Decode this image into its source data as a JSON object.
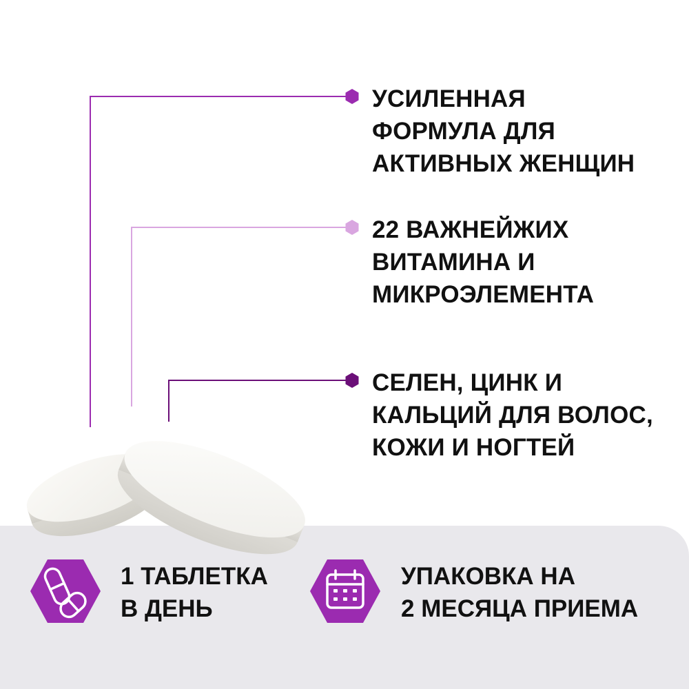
{
  "colors": {
    "accent_dark": "#9b2bb0",
    "accent_light": "#d9a6e0",
    "accent_deep": "#6b0f78",
    "panel": "#e9e8ec",
    "text": "#111111"
  },
  "features": [
    {
      "lines": [
        "УСИЛЕННАЯ",
        "ФОРМУЛА ДЛЯ",
        "АКТИВНЫХ ЖЕНЩИН"
      ]
    },
    {
      "lines": [
        "22 ВАЖНЕЙЖИХ",
        "ВИТАМИНА И",
        "МИКРОЭЛЕМЕНТА"
      ]
    },
    {
      "lines": [
        "СЕЛЕН, ЦИНК И",
        "КАЛЬЦИЙ ДЛЯ ВОЛОС,",
        "КОЖИ И НОГТЕЙ"
      ]
    }
  ],
  "badges": [
    {
      "icon": "pills-icon",
      "lines": [
        "1 ТАБЛЕТКА",
        "В ДЕНЬ"
      ]
    },
    {
      "icon": "calendar-icon",
      "lines": [
        "УПАКОВКА НА",
        "2 МЕСЯЦА ПРИЕМА"
      ]
    }
  ]
}
